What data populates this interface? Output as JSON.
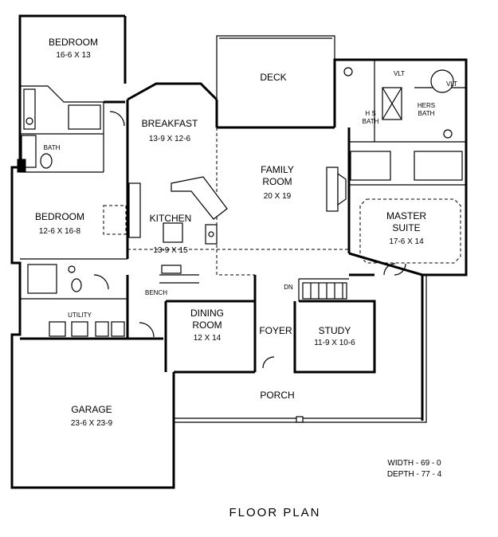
{
  "rooms": {
    "bedroom1": {
      "name": "BEDROOM",
      "dims": "16-6 X 13"
    },
    "bath": {
      "name": "BATH"
    },
    "bedroom2": {
      "name": "BEDROOM",
      "dims": "12-6 X 16-8"
    },
    "utility": {
      "name": "UTILITY"
    },
    "garage": {
      "name": "GARAGE",
      "dims": "23-6 X 23-9"
    },
    "breakfast": {
      "name": "BREAKFAST",
      "dims": "13-9 X 12-6"
    },
    "kitchen": {
      "name": "KITCHEN",
      "dims": "13-9 X 15"
    },
    "deck": {
      "name": "DECK"
    },
    "family": {
      "name1": "FAMILY",
      "name2": "ROOM",
      "dims": "20 X 19"
    },
    "master_suite": {
      "name1": "MASTER",
      "name2": "SUITE",
      "dims": "17-6 X 14"
    },
    "his_bath": {
      "name1": "H S",
      "name2": "BATH"
    },
    "hers_bath": {
      "name1": "HERS",
      "name2": "BATH"
    },
    "dining": {
      "name1": "DINING",
      "name2": "ROOM",
      "dims": "12 X 14"
    },
    "foyer": {
      "name": "FOYER"
    },
    "study": {
      "name": "STUDY",
      "dims": "11-9 X 10-6"
    },
    "porch": {
      "name": "PORCH"
    }
  },
  "labels": {
    "bench": "BENCH",
    "vlt_master": "VLT",
    "vlt_bath": "VLT",
    "dn": "DN"
  },
  "dimensions_note": {
    "width": "WIDTH - 69 - 0",
    "depth": "DEPTH - 77 - 4"
  },
  "plan_title": "FLOOR PLAN"
}
